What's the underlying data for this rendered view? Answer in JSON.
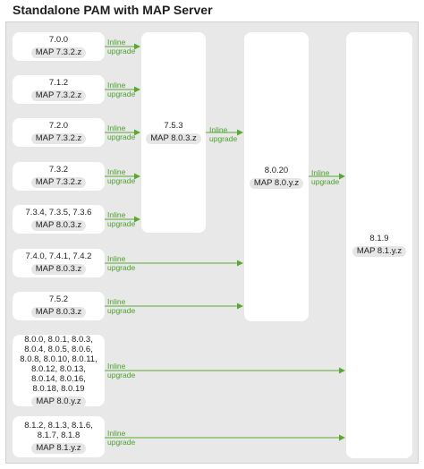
{
  "title": "Standalone PAM with MAP Server",
  "upgrade_label": {
    "line1": "Inline",
    "line2": "upgrade"
  },
  "sources": [
    {
      "version": "7.0.0",
      "map": "MAP 7.3.2.z"
    },
    {
      "version": "7.1.2",
      "map": "MAP 7.3.2.z"
    },
    {
      "version": "7.2.0",
      "map": "MAP 7.3.2.z"
    },
    {
      "version": "7.3.2",
      "map": "MAP 7.3.2.z"
    },
    {
      "version": "7.3.4, 7.3.5, 7.3.6",
      "map": "MAP 8.0.3.z"
    },
    {
      "version": "7.4.0, 7.4.1, 7.4.2",
      "map": "MAP 8.0.3.z"
    },
    {
      "version": "7.5.2",
      "map": "MAP 8.0.3.z"
    },
    {
      "version": "8.0.0, 8.0.1, 8.0.3, 8.0.4, 8.0.5, 8.0.6, 8.0.8, 8.0.10, 8.0.11, 8.0.12, 8.0.13, 8.0.14, 8.0.16, 8.0.18, 8.0.19",
      "map": "MAP 8.0.y.z"
    },
    {
      "version": "8.1.2, 8.1.3, 8.1.6, 8.1.7, 8.1.8",
      "map": "MAP 8.1.y.z"
    }
  ],
  "stages": [
    {
      "version": "7.5.3",
      "map": "MAP 8.0.3.z"
    },
    {
      "version": "8.0.20",
      "map": "MAP 8.0.y.z"
    },
    {
      "version": "8.1.9",
      "map": "MAP 8.1.y.z"
    }
  ],
  "colors": {
    "arrow": "#5aa832",
    "frame": "#e8e8e8",
    "pill": "#e6e6e6"
  }
}
